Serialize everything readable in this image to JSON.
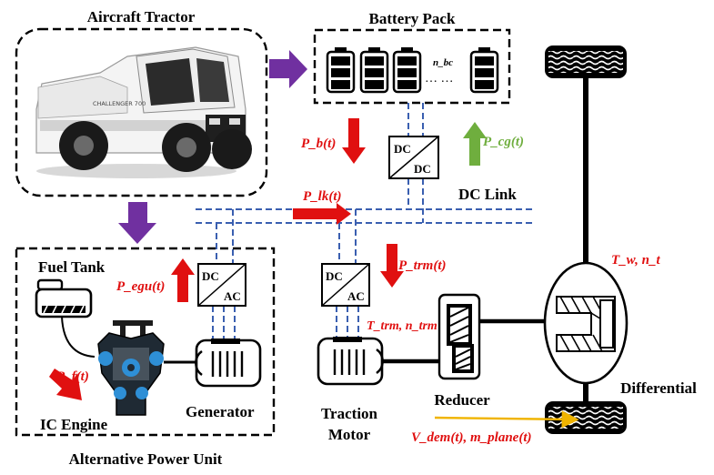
{
  "labels": {
    "aircraft_tractor": "Aircraft Tractor",
    "battery_pack": "Battery Pack",
    "dc_link": "DC Link",
    "fuel_tank": "Fuel Tank",
    "ic_engine": "IC Engine",
    "generator": "Generator",
    "alternative_power_unit": "Alternative Power Unit",
    "traction": "Traction",
    "motor": "Motor",
    "reducer": "Reducer",
    "differential": "Differential",
    "tractor_brand": "CHALLENGER 700",
    "dc": "DC",
    "ac": "AC"
  },
  "signals": {
    "p_b": "P_b(t)",
    "p_cg": "P_cg(t)",
    "p_lk": "P_lk(t)",
    "p_egu": "P_egu(t)",
    "p_trm": "P_trm(t)",
    "p_f": "P_f(t)",
    "t_trm": "T_trm, n_trm",
    "t_w": "T_w, n_t",
    "v_dem": "V_dem(t), m_plane(t)",
    "n_bc": "n_bc"
  },
  "colors": {
    "power_arrow_red": "#e01010",
    "charge_arrow_green": "#6fae3e",
    "dc_link_blue": "#3a5fb0",
    "flow_arrow_purple": "#7030a0",
    "speed_arrow_yellow": "#f0b400",
    "battery_green": "#1a1a1a"
  }
}
